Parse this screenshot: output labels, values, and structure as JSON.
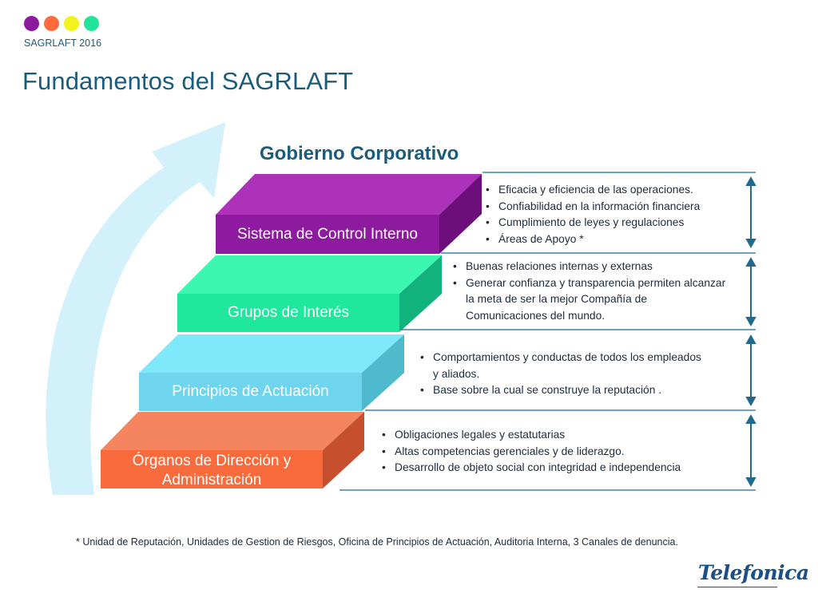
{
  "header": {
    "dots": [
      {
        "name": "purple-dot",
        "color": "#8b1a9c"
      },
      {
        "name": "orange-dot",
        "color": "#ff6a3d"
      },
      {
        "name": "yellow-dot",
        "color": "#f2f21c"
      },
      {
        "name": "green-dot",
        "color": "#22e39a"
      }
    ],
    "label": "SAGRLAFT 2016"
  },
  "title": "Fundamentos del SAGRLAFT",
  "subtitle": "Gobierno Corporativo",
  "steps": [
    {
      "label": "Sistema de Control Interno",
      "bullets": [
        "Eficacia y eficiencia de las operaciones.",
        "Confiabilidad en la información financiera",
        "Cumplimiento de leyes y regulaciones",
        "Áreas de Apoyo *"
      ]
    },
    {
      "label": "Grupos de Interés",
      "bullets": [
        "Buenas relaciones  internas y externas",
        "Generar  confianza  y transparencia permiten alcanzar la meta de ser la mejor Compañía de Comunicaciones del mundo."
      ]
    },
    {
      "label": "Principios de Actuación",
      "bullets": [
        "Comportamientos  y  conductas de todos los empleados y aliados.",
        "Base sobre la cual se construye la reputación ."
      ]
    },
    {
      "label": "Órganos de  Dirección y Administración",
      "bullets": [
        "Obligaciones legales y estatutarias",
        "Altas competencias gerenciales y de liderazgo.",
        "Desarrollo de objeto social con integridad e independencia"
      ]
    }
  ],
  "footnote": "* Unidad de Reputación, Unidades de Gestion de Riesgos, Oficina de Principios de Actuación, Auditoria Interna, 3 Canales de denuncia.",
  "logo": "Telefonica"
}
